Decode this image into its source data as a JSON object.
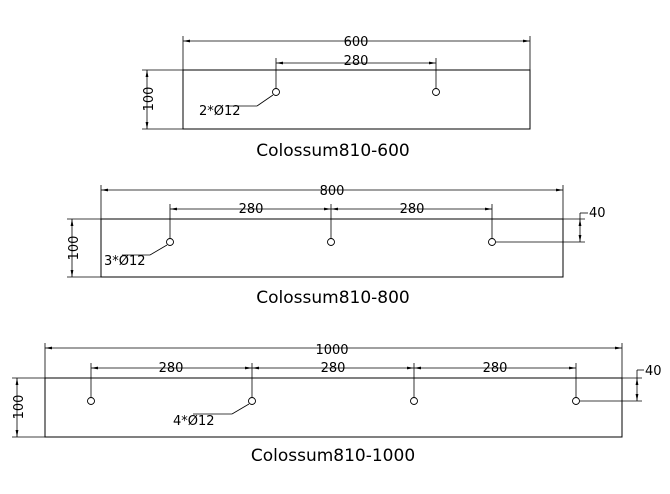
{
  "drawings": [
    {
      "model": "Colossum810-600",
      "overall_width": "600",
      "spacing": [
        "280"
      ],
      "height": "100",
      "hole_callout": "2*Ø12",
      "edge_offset": ""
    },
    {
      "model": "Colossum810-800",
      "overall_width": "800",
      "spacing": [
        "280",
        "280"
      ],
      "height": "100",
      "hole_callout": "3*Ø12",
      "edge_offset": "40"
    },
    {
      "model": "Colossum810-1000",
      "overall_width": "1000",
      "spacing": [
        "280",
        "280",
        "280"
      ],
      "height": "100",
      "hole_callout": "4*Ø12",
      "edge_offset": "40"
    }
  ]
}
